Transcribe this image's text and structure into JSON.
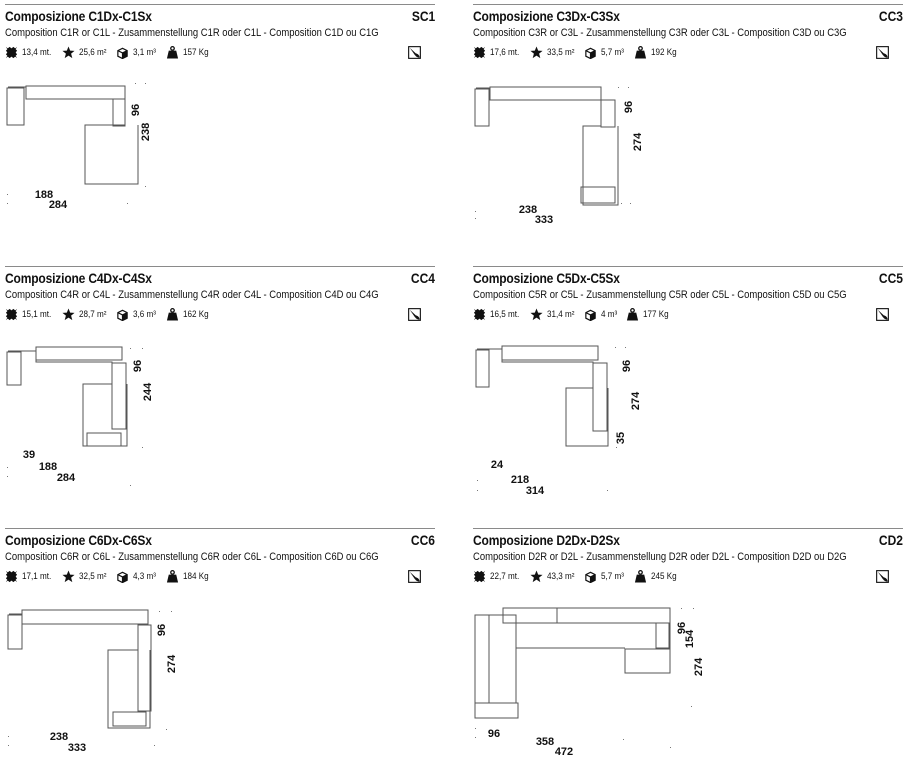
{
  "panels": [
    {
      "title": "Composizione C1Dx-C1Sx",
      "code": "SC1",
      "subtitle": "Composition C1R or C1L - Zusammenstellung C1R oder C1L - Composition C1D ou C1G",
      "specs": {
        "length": "13,4  mt.",
        "area": "25,6  m²",
        "volume": "3,1  m³",
        "weight": "157  Kg"
      },
      "dims": [
        "96",
        "238",
        "188",
        "284"
      ]
    },
    {
      "title": "Composizione C3Dx-C3Sx",
      "code": "CC3",
      "subtitle": "Composition C3R or C3L - Zusammenstellung C3R oder C3L - Composition C3D ou C3G",
      "specs": {
        "length": "17,6  mt.",
        "area": "33,5  m²",
        "volume": "5,7  m³",
        "weight": "192  Kg"
      },
      "dims": [
        "96",
        "274",
        "238",
        "333"
      ]
    },
    {
      "title": "Composizione C4Dx-C4Sx",
      "code": "CC4",
      "subtitle": "Composition C4R or C4L - Zusammenstellung C4R oder C4L - Composition C4D ou C4G",
      "specs": {
        "length": "15,1  mt.",
        "area": "28,7  m²",
        "volume": "3,6  m³",
        "weight": "162  Kg"
      },
      "dims": [
        "96",
        "244",
        "39",
        "188",
        "284"
      ]
    },
    {
      "title": "Composizione C5Dx-C5Sx",
      "code": "CC5",
      "subtitle": "Composition C5R or C5L - Zusammenstellung C5R oder C5L - Composition C5D ou C5G",
      "specs": {
        "length": "16,5  mt.",
        "area": "31,4  m²",
        "volume": "4  m³",
        "weight": "177  Kg"
      },
      "dims": [
        "96",
        "274",
        "35",
        "24",
        "218",
        "314"
      ]
    },
    {
      "title": "Composizione C6Dx-C6Sx",
      "code": "CC6",
      "subtitle": "Composition C6R or C6L - Zusammenstellung C6R oder C6L - Composition C6D ou C6G",
      "specs": {
        "length": "17,1  mt.",
        "area": "32,5  m²",
        "volume": "4,3  m³",
        "weight": "184  Kg"
      },
      "dims": [
        "96",
        "274",
        "238",
        "333"
      ]
    },
    {
      "title": "Composizione D2Dx-D2Sx",
      "code": "CD2",
      "subtitle": "Composition D2R or D2L - Zusammenstellung D2R oder D2L - Composition D2D ou D2G",
      "specs": {
        "length": "22,7  mt.",
        "area": "43,3  m²",
        "volume": "5,7  m³",
        "weight": "245  Kg"
      },
      "dims": [
        "96",
        "154",
        "274",
        "96",
        "358",
        "472"
      ]
    }
  ],
  "icons": [
    "fabric-length-icon",
    "fabric-area-icon",
    "volume-box-icon",
    "weight-icon",
    "brush-icon"
  ]
}
